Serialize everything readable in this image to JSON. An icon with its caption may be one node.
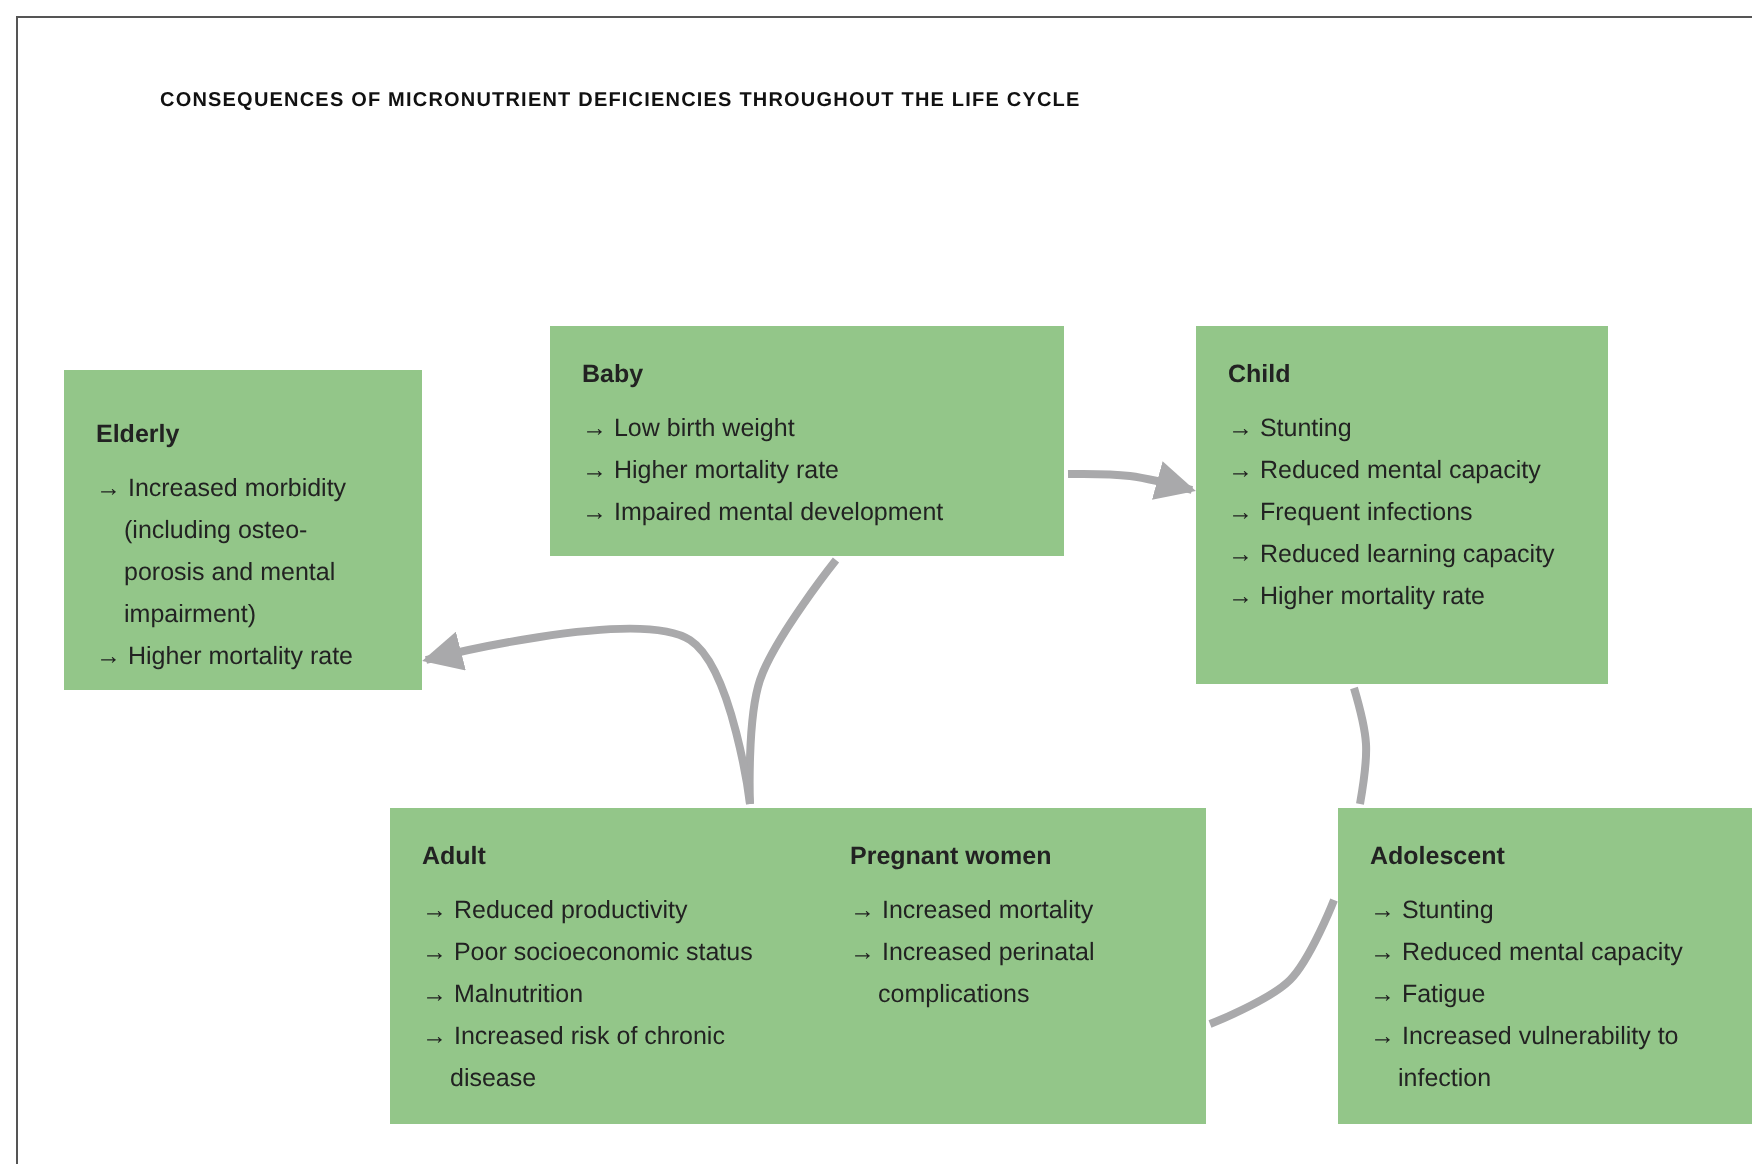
{
  "diagram": {
    "title": "CONSEQUENCES OF MICRONUTRIENT DEFICIENCIES THROUGHOUT THE LIFE CYCLE",
    "nodes": [
      {
        "text": [
          "Elderly",
          "→ Increased morbidity (including osteo- porosis and mental impairment)",
          "→ Higher mortality rate"
        ]
      },
      {
        "text": [
          "Baby",
          "→ Low birth weight",
          "→ Higher mortality rate",
          "→ Impaired mental development"
        ]
      },
      {
        "text": [
          "Child",
          "→ Stunting",
          "→ Reduced mental capacity",
          "→ Frequent infections",
          "→ Reduced learning capacity",
          "→ Higher mortality rate"
        ]
      },
      {
        "text": [],
        "shape": "box"
      },
      {
        "text": [
          "Adult",
          "→ Reduced productivity",
          "→ Poor socioeconomic status",
          "→ Malnutrition",
          "→ Increased risk of chronic disease"
        ],
        "in": 3
      },
      {
        "text": [
          "Pregnant women",
          "→ Increased mortality",
          "→ Increased perinatal complications"
        ],
        "in": 3
      },
      {
        "text": [
          "Adolescent",
          "→ Stunting",
          "→ Reduced mental capacity",
          "→ Fatigue",
          "→ Increased vulnerability to infection"
        ]
      }
    ],
    "edges": [
      {
        "from": 1,
        "to": 2,
        "arrow": "to"
      },
      {
        "from": 2,
        "to": 6,
        "arrow": "none"
      },
      {
        "from": 6,
        "to": 3,
        "arrow": "none"
      },
      {
        "from": 3,
        "to": 1,
        "arrow": "none"
      },
      {
        "from": 3,
        "to": 0,
        "arrow": "to"
      }
    ]
  }
}
